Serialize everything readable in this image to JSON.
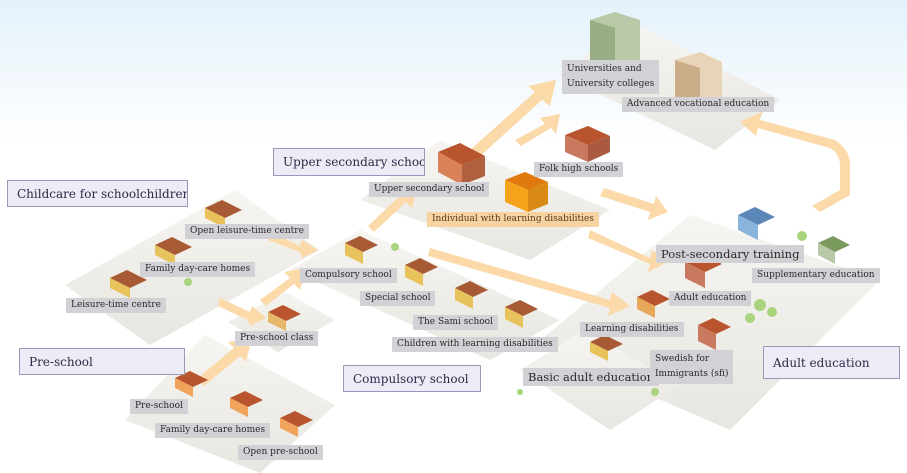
{
  "sections": {
    "childcare": "Childcare for schoolchildren",
    "preschool": "Pre-school",
    "upper_secondary": "Upper secondary school",
    "compulsory": "Compulsory school",
    "adult_education": "Adult education"
  },
  "labels": {
    "universities": "Universities and\nUniversity colleges",
    "advanced_vocational": "Advanced vocational education",
    "folk_high_schools": "Folk high schools",
    "upper_secondary_school": "Upper secondary school",
    "individual_learning_disabilities": "Individual with learning disabilities",
    "open_leisure_time_centre": "Open leisure-time centre",
    "family_day_care_homes_childcare": "Family day-care homes",
    "leisure_time_centre": "Leisure-time centre",
    "compulsory_school": "Compulsory school",
    "special_school": "Special school",
    "sami_school": "The Sami school",
    "children_learning_disabilities": "Children with learning disabilities",
    "pre_school_class": "Pre-school class",
    "pre_school": "Pre-school",
    "family_day_care_homes_preschool": "Family day-care homes",
    "open_pre_school": "Open pre-school",
    "post_secondary_training": "Post-secondary training",
    "supplementary_education": "Supplementary education",
    "adult_education": "Adult education",
    "learning_disabilities": "Learning disabilities",
    "basic_adult_education": "Basic adult education",
    "swedish_for_immigrants": "Swedish for\nImmigrants (sfi)"
  },
  "colors": {
    "section_box_fill": "#ecebf6",
    "section_box_border": "#9a98b8",
    "label_fill": "#d2d1d6",
    "highlight_label_fill": "#f8d3a2",
    "platform": "#efeee9",
    "arrow": "#fbd9a9",
    "building_orange_roof": "#b8552f",
    "building_orange_wall": "#f0a35a",
    "building_yellow_wall": "#e8c25a",
    "building_red_wall": "#c9795e",
    "building_blue_wall": "#8ab4dc",
    "building_green_wall": "#b9c9a8",
    "tree": "#a9d37e"
  }
}
